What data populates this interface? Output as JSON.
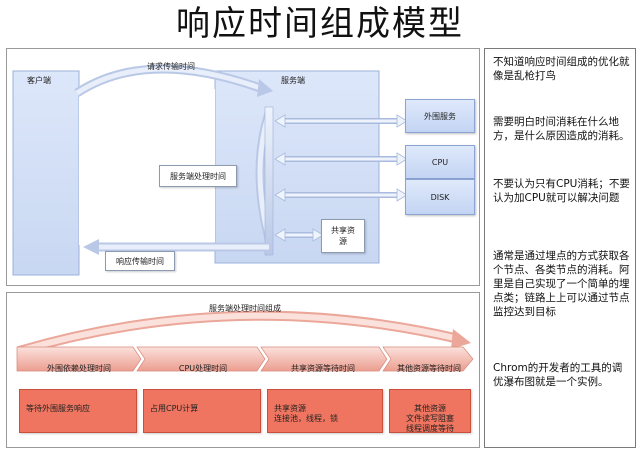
{
  "title": "响应时间组成模型",
  "top_diagram": {
    "client_label": "客户端",
    "server_label": "服务端",
    "request_time_label": "请求传输时间",
    "server_processing_label": "服务端处理时间",
    "response_time_label": "响应传输时间",
    "external_service_label": "外围服务",
    "cpu_label": "CPU",
    "disk_label": "DISK",
    "shared_resource_label": "共享资\n源"
  },
  "bottom_diagram": {
    "header_label": "服务端处理时间组成",
    "stages": [
      {
        "label": "外围依赖处理时间",
        "detail": "等待外围服务响应"
      },
      {
        "label": "CPU处理时间",
        "detail": "占用CPU计算"
      },
      {
        "label": "共享资源等待时间",
        "detail": "共享资源\n连接池，线程，锁"
      },
      {
        "label": "其他资源等待时间",
        "detail": "其他资源\n文件读写阻塞\n线程调度等待"
      }
    ],
    "colors": {
      "arrow": "#f0b8ae",
      "detail": "#ef7560"
    }
  },
  "notes": [
    "不知道响应时间组成的优化就像是乱枪打鸟",
    "需要明白时间消耗在什么地方，是什么原因造成的消耗。",
    "不要认为只有CPU消耗；不要认为加CPU就可以解决问题",
    "通常是通过埋点的方式获取各个节点、各类节点的消耗。阿里是自己实现了一个简单的埋点类；链路上上可以通过节点监控达到目标",
    "Chrom的开发者的工具的调优瀑布图就是一个实例。"
  ]
}
